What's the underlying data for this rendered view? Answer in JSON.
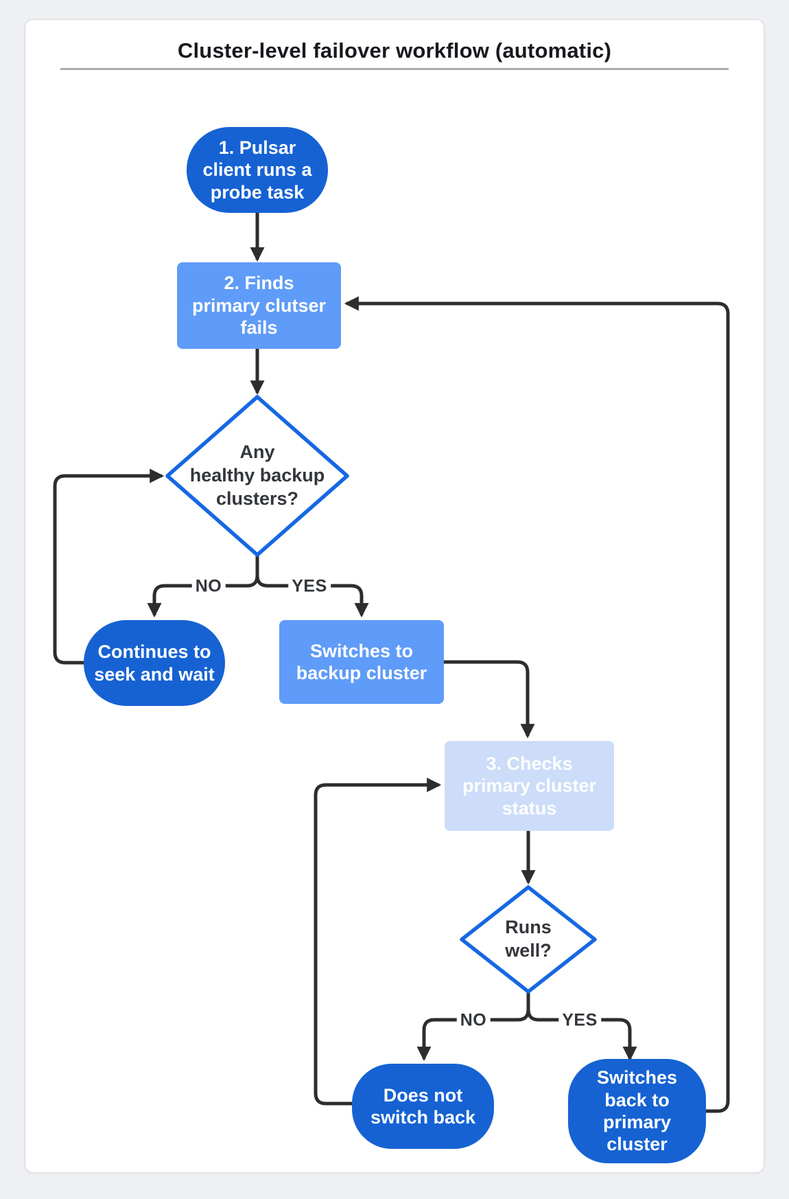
{
  "page": {
    "title": "Cluster-level failover workflow (automatic)"
  },
  "colors": {
    "page_bg": "#eef0f3",
    "card_bg": "#ffffff",
    "title_text": "#17191d",
    "node_dark": "#1662d3",
    "node_medium": "#5f9bf8",
    "node_light": "#ccdcf9",
    "diamond_border": "#1667e3",
    "connector": "#2d2d2d",
    "label_text": "#33363b"
  },
  "nodes": {
    "probe": {
      "label": "1. Pulsar\nclient runs a\nprobe task",
      "shape": "stadium",
      "fill": "dark-blue"
    },
    "finds_fail": {
      "label": "2. Finds\nprimary clutser\nfails",
      "shape": "rectangle",
      "fill": "medium-blue"
    },
    "any_backup": {
      "label": "Any\nhealthy backup\nclusters?",
      "shape": "diamond",
      "fill": "white"
    },
    "continues": {
      "label": "Continues to\nseek and wait",
      "shape": "stadium",
      "fill": "dark-blue"
    },
    "switch_backup": {
      "label": "Switches to\nbackup cluster",
      "shape": "rectangle",
      "fill": "medium-blue"
    },
    "checks_status": {
      "label": "3. Checks\nprimary cluster\nstatus",
      "shape": "rectangle",
      "fill": "light-blue"
    },
    "runs_well": {
      "label": "Runs\nwell?",
      "shape": "diamond",
      "fill": "white"
    },
    "no_switch_back": {
      "label": "Does not\nswitch back",
      "shape": "stadium",
      "fill": "dark-blue"
    },
    "switch_primary": {
      "label": "Switches\nback to\nprimary\ncluster",
      "shape": "stadium",
      "fill": "dark-blue"
    }
  },
  "edge_labels": {
    "any_backup_no": "NO",
    "any_backup_yes": "YES",
    "runs_well_no": "NO",
    "runs_well_yes": "YES"
  }
}
